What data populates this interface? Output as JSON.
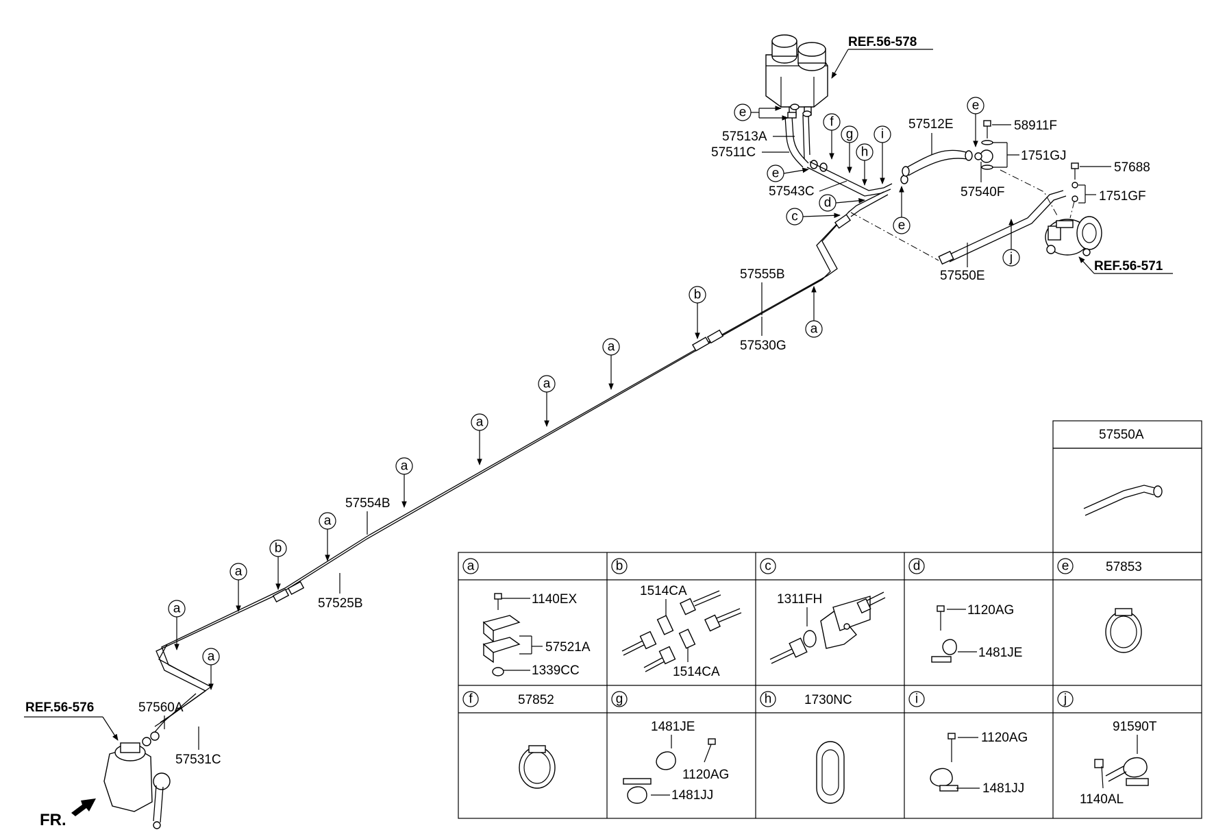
{
  "refs": {
    "r578": "REF.56-578",
    "r571": "REF.56-571",
    "r576": "REF.56-576"
  },
  "direction": "FR.",
  "callouts": {
    "a": "a",
    "b": "b",
    "c": "c",
    "d": "d",
    "e": "e",
    "f": "f",
    "g": "g",
    "h": "h",
    "i": "i",
    "j": "j"
  },
  "labels": {
    "p57513A": "57513A",
    "p57511C": "57511C",
    "p57543C": "57543C",
    "p57512E": "57512E",
    "p58911F": "58911F",
    "p1751GJ": "1751GJ",
    "p57540F": "57540F",
    "p57688": "57688",
    "p1751GF": "1751GF",
    "p57550E": "57550E",
    "p57555B": "57555B",
    "p57530G": "57530G",
    "p57554B": "57554B",
    "p57525B": "57525B",
    "p57560A": "57560A",
    "p57531C": "57531C"
  },
  "table": {
    "top_header": "57550A",
    "cells": {
      "a": {
        "key": "a",
        "title": "",
        "parts": [
          "1140EX",
          "57521A",
          "1339CC"
        ]
      },
      "b": {
        "key": "b",
        "title": "",
        "parts": [
          "1514CA",
          "1514CA"
        ]
      },
      "c": {
        "key": "c",
        "title": "",
        "parts": [
          "1311FH"
        ]
      },
      "d": {
        "key": "d",
        "title": "",
        "parts": [
          "1120AG",
          "1481JE"
        ]
      },
      "e": {
        "key": "e",
        "title": "57853",
        "parts": []
      },
      "f": {
        "key": "f",
        "title": "57852",
        "parts": []
      },
      "g": {
        "key": "g",
        "title": "",
        "parts": [
          "1481JE",
          "1120AG",
          "1481JJ"
        ]
      },
      "h": {
        "key": "h",
        "title": "1730NC",
        "parts": []
      },
      "i": {
        "key": "i",
        "title": "",
        "parts": [
          "1120AG",
          "1481JJ"
        ]
      },
      "j": {
        "key": "j",
        "title": "",
        "parts": [
          "91590T",
          "1140AL"
        ]
      }
    }
  }
}
